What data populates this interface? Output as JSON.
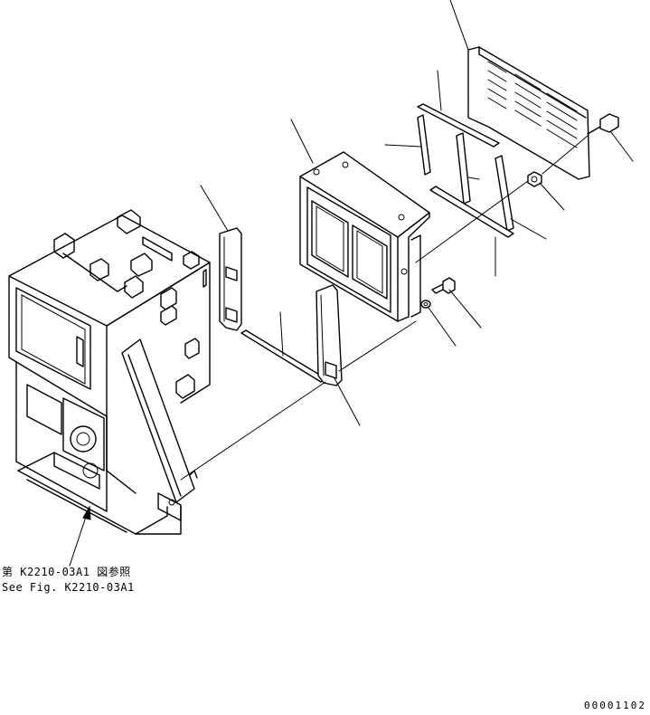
{
  "reference_note": {
    "japanese": "第 K2210-03A1 図参照",
    "english": "See Fig. K2210-03A1"
  },
  "drawing_code": "00001102"
}
